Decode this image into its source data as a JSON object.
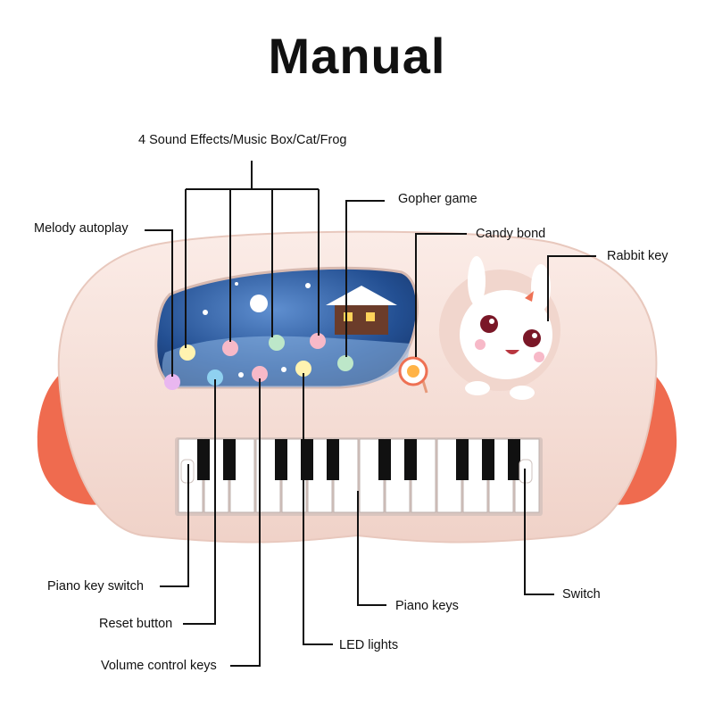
{
  "title": "Manual",
  "labels": {
    "sound_effects": "4 Sound Effects/Music Box/Cat/Frog",
    "gopher_game": "Gopher game",
    "melody_autoplay": "Melody autoplay",
    "candy_bond": "Candy bond",
    "rabbit_key": "Rabbit key",
    "piano_key_switch": "Piano key switch",
    "reset_button": "Reset button",
    "volume_control_keys": "Volume control keys",
    "piano_keys": "Piano keys",
    "led_lights": "LED lights",
    "switch": "Switch"
  },
  "colors": {
    "body": "#f7e2dc",
    "handle": "#ee6a4e",
    "screen": "#1f4f8e",
    "leader": "#111111"
  }
}
